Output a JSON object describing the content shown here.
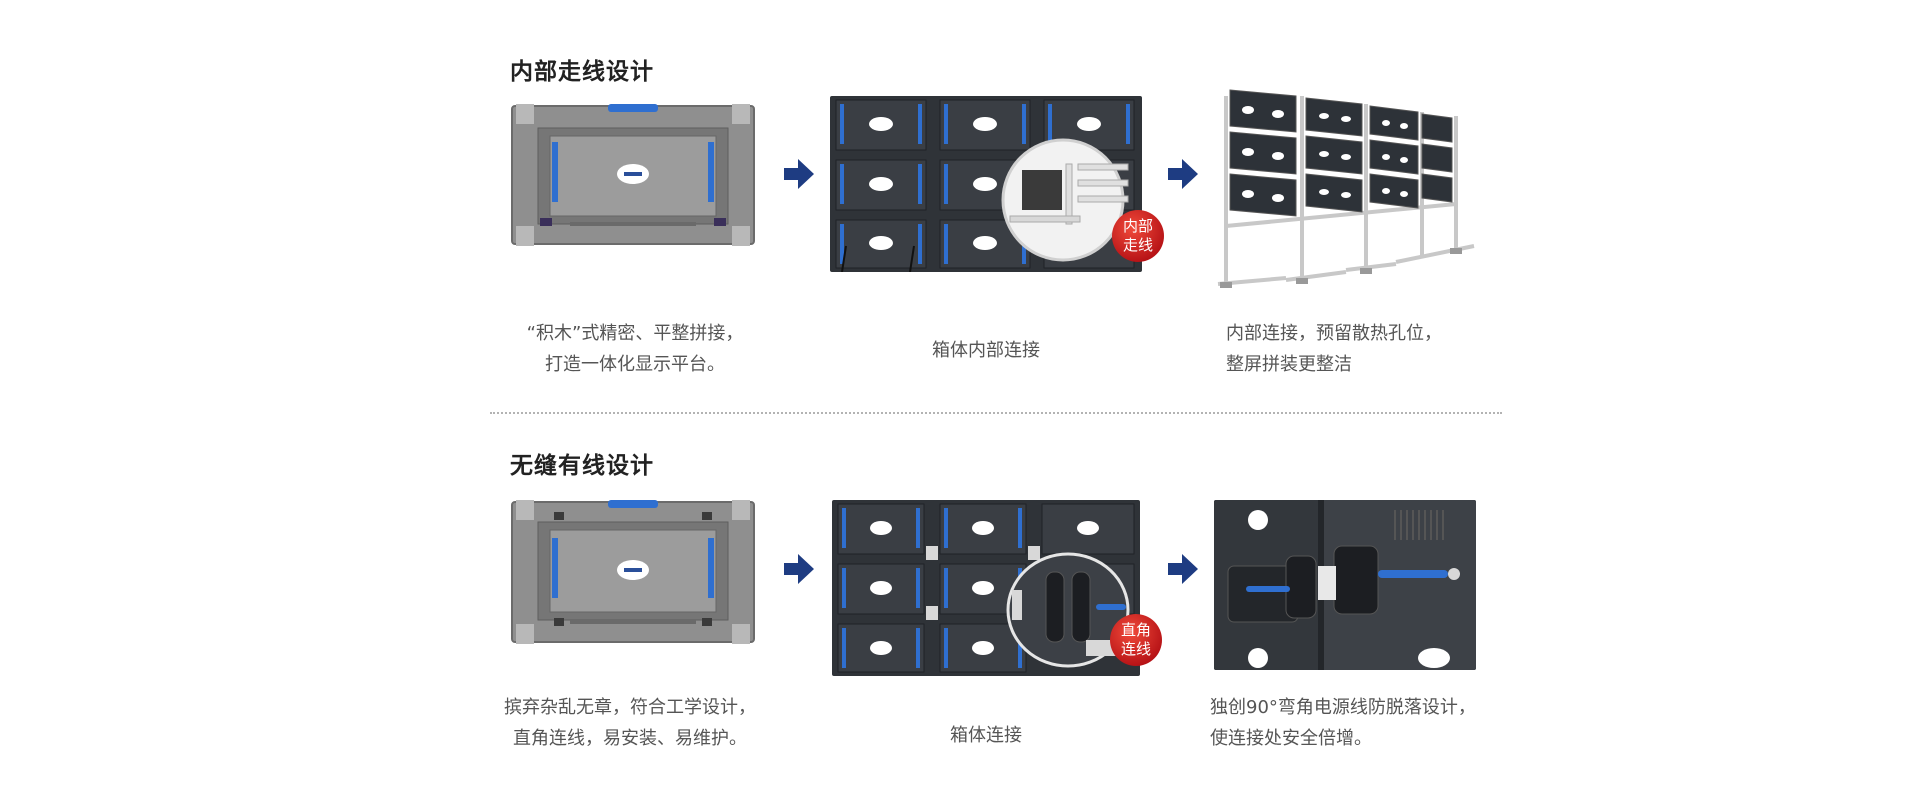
{
  "sections": [
    {
      "title": "内部走线设计",
      "captions": [
        [
          "“积木”式精密、平整拼接，",
          "打造一体化显示平台。"
        ],
        [
          "箱体内部连接"
        ],
        [
          "内部连接，预留散热孔位，",
          "整屏拼装更整洁"
        ]
      ],
      "badge": [
        "内部",
        "走线"
      ]
    },
    {
      "title": "无缝有线设计",
      "captions": [
        [
          "摈弃杂乱无章，符合工学设计，",
          "直角连线，易安装、易维护。"
        ],
        [
          "箱体连接"
        ],
        [
          "独创90°弯角电源线防脱落设计，",
          "使连接处安全倍增。"
        ]
      ],
      "badge": [
        "直角",
        "连线"
      ]
    }
  ],
  "colors": {
    "arrow": "#1e3c82",
    "badge": "#d3141b",
    "accent_blue": "#2f6fd0"
  }
}
